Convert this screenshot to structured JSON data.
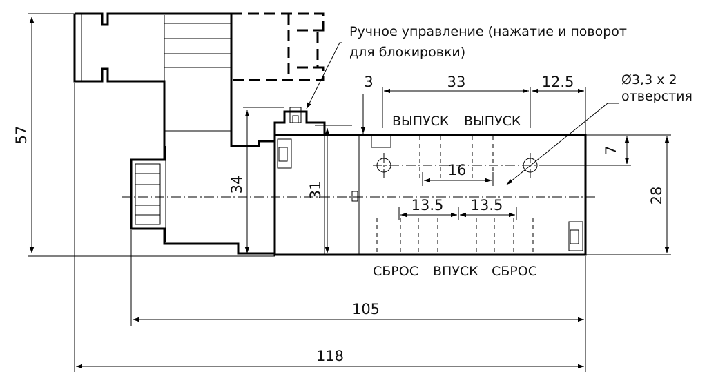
{
  "drawing": {
    "dimensions": {
      "overall_height": "57",
      "coil_height": "34",
      "body_height": "31",
      "body_width": "28",
      "top_gap": "3",
      "top_span": "33",
      "top_right": "12.5",
      "hole_offset": "7",
      "exhaust_span": "16",
      "lower_span_left": "13.5",
      "lower_span_right": "13.5",
      "length_105": "105",
      "length_118": "118"
    },
    "port_labels": {
      "exhaust_left": "ВЫПУСК",
      "exhaust_right": "ВЫПУСК",
      "reset_left": "СБРОС",
      "inlet": "ВПУСК",
      "reset_right": "СБРОС"
    },
    "notes": {
      "manual_line1": "Ручное управление (нажатие и поворот",
      "manual_line2": "для блокировки)",
      "holes_line1": "Ø3,3 x 2",
      "holes_line2": "отверстия"
    }
  }
}
